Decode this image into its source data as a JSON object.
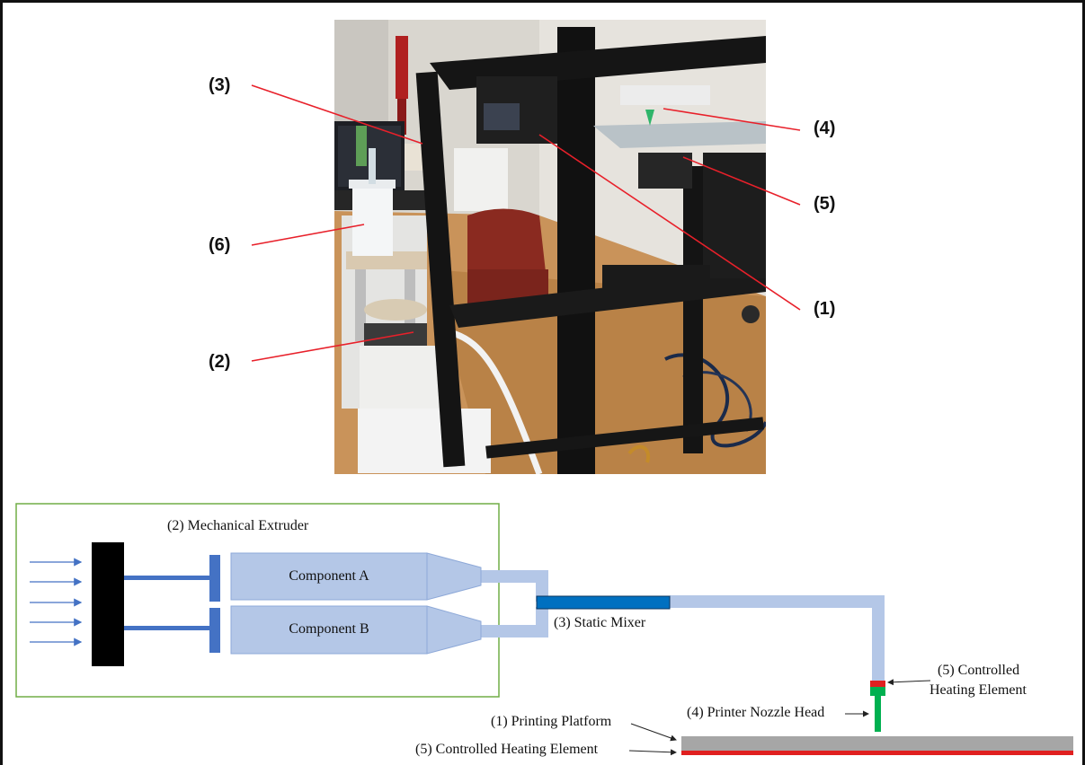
{
  "photo_labels": {
    "label_1": "(1)",
    "label_2": "(2)",
    "label_3": "(3)",
    "label_4": "(4)",
    "label_5": "(5)",
    "label_6": "(6)"
  },
  "schematic": {
    "extruder_title": "(2) Mechanical Extruder",
    "component_a": "Component A",
    "component_b": "Component B",
    "static_mixer": "(3) Static Mixer",
    "heating_element_nozzle_line1": "(5) Controlled",
    "heating_element_nozzle_line2": "Heating Element",
    "printer_nozzle_head": "(4) Printer Nozzle Head",
    "printing_platform": "(1) Printing Platform",
    "heating_element_platform": "(5) Controlled Heating Element"
  },
  "colors": {
    "pipe": "#b4c7e7",
    "component_fill": "#b4c7e7",
    "piston": "#4472c4",
    "mixer": "#0070c0",
    "frame_border": "#70ad47",
    "nozzle": "#00b050",
    "heater": "#e02020",
    "platform": "#a6a6a6",
    "annotation_line": "#e8202a"
  }
}
